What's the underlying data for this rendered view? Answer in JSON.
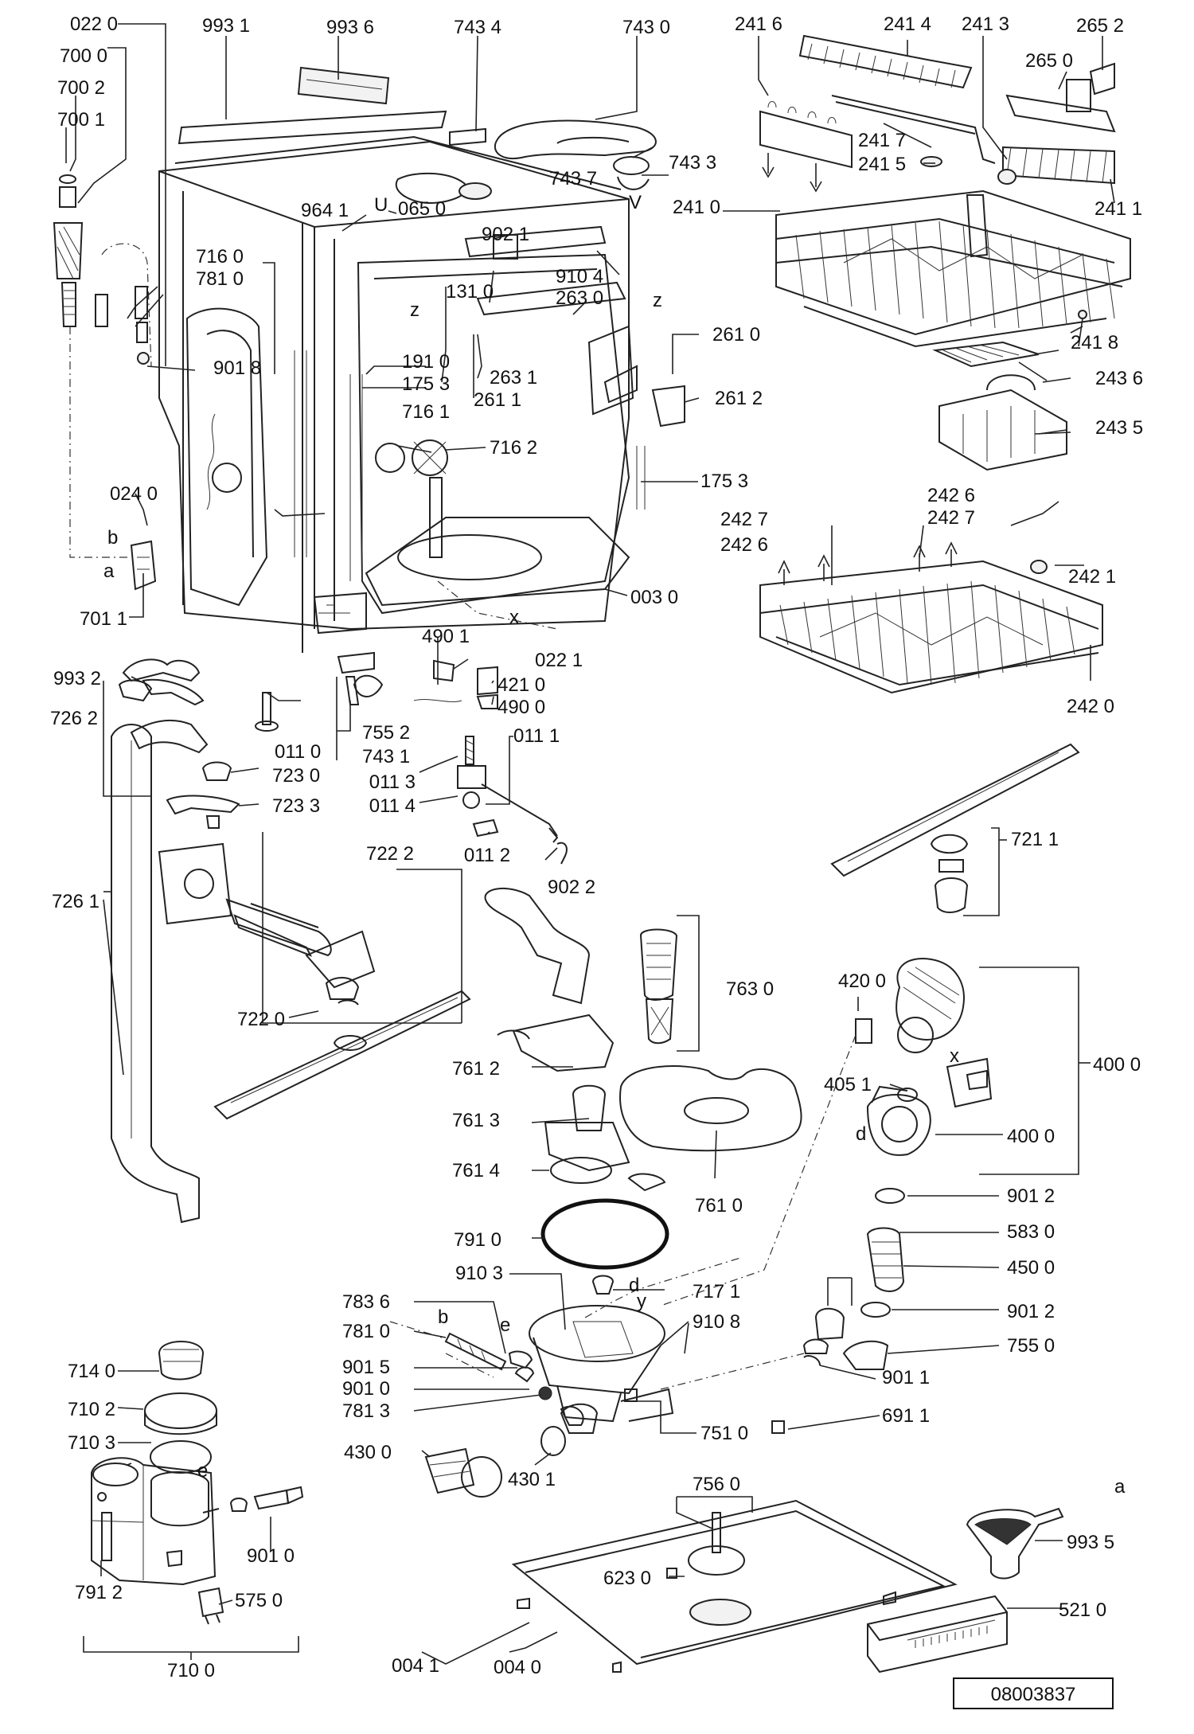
{
  "diagram_id": "08003837",
  "letters": {
    "z": "z",
    "x": "x",
    "a": "a",
    "b": "b",
    "d": "d",
    "e": "e",
    "y": "y",
    "u": "U",
    "v": "V"
  },
  "labels": [
    {
      "id": "p0220",
      "text": "022 0",
      "anchor": "end"
    },
    {
      "id": "p7000",
      "text": "700 0",
      "anchor": "end"
    },
    {
      "id": "p7002",
      "text": "700 2",
      "anchor": "end"
    },
    {
      "id": "p7001",
      "text": "700 1",
      "anchor": "end"
    },
    {
      "id": "p9931",
      "text": "993 1",
      "anchor": "middle"
    },
    {
      "id": "p9936",
      "text": "993 6",
      "anchor": "middle"
    },
    {
      "id": "p7434",
      "text": "743 4",
      "anchor": "middle"
    },
    {
      "id": "p7430",
      "text": "743 0",
      "anchor": "middle"
    },
    {
      "id": "p7437",
      "text": "743 7",
      "anchor": "start"
    },
    {
      "id": "p7433",
      "text": "743 3",
      "anchor": "start"
    },
    {
      "id": "p2416",
      "text": "241 6",
      "anchor": "middle"
    },
    {
      "id": "p2414",
      "text": "241 4",
      "anchor": "middle"
    },
    {
      "id": "p2413",
      "text": "241 3",
      "anchor": "middle"
    },
    {
      "id": "p2652",
      "text": "265 2",
      "anchor": "middle"
    },
    {
      "id": "p2650",
      "text": "265 0",
      "anchor": "middle"
    },
    {
      "id": "p2417",
      "text": "241 7",
      "anchor": "start"
    },
    {
      "id": "p2415",
      "text": "241 5",
      "anchor": "start"
    },
    {
      "id": "p2411",
      "text": "241 1",
      "anchor": "start"
    },
    {
      "id": "p2410",
      "text": "241 0",
      "anchor": "end"
    },
    {
      "id": "p9641",
      "text": "964 1",
      "anchor": "start"
    },
    {
      "id": "p0650",
      "text": "065 0",
      "anchor": "start"
    },
    {
      "id": "p9021",
      "text": "902 1",
      "anchor": "start"
    },
    {
      "id": "p9104",
      "text": "910 4",
      "anchor": "start"
    },
    {
      "id": "p2630",
      "text": "263 0",
      "anchor": "start"
    },
    {
      "id": "p1310",
      "text": "131 0",
      "anchor": "start"
    },
    {
      "id": "p7160",
      "text": "716 0",
      "anchor": "end"
    },
    {
      "id": "p7810a",
      "text": "781 0",
      "anchor": "end"
    },
    {
      "id": "p9018",
      "text": "901 8",
      "anchor": "start"
    },
    {
      "id": "p2610",
      "text": "261 0",
      "anchor": "start"
    },
    {
      "id": "p1910",
      "text": "191 0",
      "anchor": "start"
    },
    {
      "id": "p1753a",
      "text": "175 3",
      "anchor": "start"
    },
    {
      "id": "p2631",
      "text": "263 1",
      "anchor": "start"
    },
    {
      "id": "p2611",
      "text": "261 1",
      "anchor": "start"
    },
    {
      "id": "p2612",
      "text": "261 2",
      "anchor": "start"
    },
    {
      "id": "p7161",
      "text": "716 1",
      "anchor": "start"
    },
    {
      "id": "p7162",
      "text": "716 2",
      "anchor": "start"
    },
    {
      "id": "p1753b",
      "text": "175 3",
      "anchor": "start"
    },
    {
      "id": "p2418",
      "text": "241 8",
      "anchor": "start"
    },
    {
      "id": "p2436",
      "text": "243 6",
      "anchor": "start"
    },
    {
      "id": "p2435",
      "text": "243 5",
      "anchor": "start"
    },
    {
      "id": "p0240",
      "text": "024 0",
      "anchor": "end"
    },
    {
      "id": "p7011",
      "text": "701 1",
      "anchor": "end"
    },
    {
      "id": "p0030",
      "text": "003 0",
      "anchor": "start"
    },
    {
      "id": "p2426a",
      "text": "242 6",
      "anchor": "middle"
    },
    {
      "id": "p2427a",
      "text": "242 7",
      "anchor": "middle"
    },
    {
      "id": "p2427b",
      "text": "242 7",
      "anchor": "middle"
    },
    {
      "id": "p2426b",
      "text": "242 6",
      "anchor": "middle"
    },
    {
      "id": "p2421",
      "text": "242 1",
      "anchor": "start"
    },
    {
      "id": "p2420",
      "text": "242 0",
      "anchor": "middle"
    },
    {
      "id": "p9932",
      "text": "993 2",
      "anchor": "end"
    },
    {
      "id": "p4901",
      "text": "490 1",
      "anchor": "middle"
    },
    {
      "id": "p0221",
      "text": "022 1",
      "anchor": "start"
    },
    {
      "id": "p4210",
      "text": "421 0",
      "anchor": "start"
    },
    {
      "id": "p4900",
      "text": "490 0",
      "anchor": "start"
    },
    {
      "id": "p7262",
      "text": "726 2",
      "anchor": "end"
    },
    {
      "id": "p0110",
      "text": "011 0",
      "anchor": "start"
    },
    {
      "id": "p7552",
      "text": "755 2",
      "anchor": "start"
    },
    {
      "id": "p7431",
      "text": "743 1",
      "anchor": "start"
    },
    {
      "id": "p0111",
      "text": "011 1",
      "anchor": "start"
    },
    {
      "id": "p0113",
      "text": "011 3",
      "anchor": "end"
    },
    {
      "id": "p0114",
      "text": "011 4",
      "anchor": "end"
    },
    {
      "id": "p0112",
      "text": "011 2",
      "anchor": "middle"
    },
    {
      "id": "p9022",
      "text": "902 2",
      "anchor": "start"
    },
    {
      "id": "p7230",
      "text": "723 0",
      "anchor": "start"
    },
    {
      "id": "p7233",
      "text": "723 3",
      "anchor": "start"
    },
    {
      "id": "p7222",
      "text": "722 2",
      "anchor": "middle"
    },
    {
      "id": "p7261",
      "text": "726 1",
      "anchor": "end"
    },
    {
      "id": "p7220",
      "text": "722 0",
      "anchor": "end"
    },
    {
      "id": "p7211",
      "text": "721 1",
      "anchor": "start"
    },
    {
      "id": "p7630",
      "text": "763 0",
      "anchor": "start"
    },
    {
      "id": "p4200",
      "text": "420 0",
      "anchor": "middle"
    },
    {
      "id": "p4000a",
      "text": "400 0",
      "anchor": "start"
    },
    {
      "id": "p7612",
      "text": "761 2",
      "anchor": "end"
    },
    {
      "id": "p4051",
      "text": "405 1",
      "anchor": "end"
    },
    {
      "id": "p4000b",
      "text": "400 0",
      "anchor": "start"
    },
    {
      "id": "p7613",
      "text": "761 3",
      "anchor": "end"
    },
    {
      "id": "p7614",
      "text": "761 4",
      "anchor": "end"
    },
    {
      "id": "p7610",
      "text": "761 0",
      "anchor": "middle"
    },
    {
      "id": "p9012a",
      "text": "901 2",
      "anchor": "start"
    },
    {
      "id": "p7910",
      "text": "791 0",
      "anchor": "end"
    },
    {
      "id": "p5830",
      "text": "583 0",
      "anchor": "start"
    },
    {
      "id": "p4500",
      "text": "450 0",
      "anchor": "start"
    },
    {
      "id": "p9103",
      "text": "910 3",
      "anchor": "end"
    },
    {
      "id": "p7171",
      "text": "717 1",
      "anchor": "start"
    },
    {
      "id": "p7836",
      "text": "783 6",
      "anchor": "end"
    },
    {
      "id": "p9108",
      "text": "910 8",
      "anchor": "start"
    },
    {
      "id": "p9012b",
      "text": "901 2",
      "anchor": "start"
    },
    {
      "id": "p7810b",
      "text": "781 0",
      "anchor": "end"
    },
    {
      "id": "p7550",
      "text": "755 0",
      "anchor": "start"
    },
    {
      "id": "p7140",
      "text": "714 0",
      "anchor": "end"
    },
    {
      "id": "p9015",
      "text": "901 5",
      "anchor": "end"
    },
    {
      "id": "p9011",
      "text": "901 1",
      "anchor": "start"
    },
    {
      "id": "p9010a",
      "text": "901 0",
      "anchor": "end"
    },
    {
      "id": "p7102",
      "text": "710 2",
      "anchor": "end"
    },
    {
      "id": "p7813",
      "text": "781 3",
      "anchor": "end"
    },
    {
      "id": "p7510",
      "text": "751 0",
      "anchor": "start"
    },
    {
      "id": "p6911",
      "text": "691 1",
      "anchor": "start"
    },
    {
      "id": "p7103",
      "text": "710 3",
      "anchor": "end"
    },
    {
      "id": "p4300",
      "text": "430 0",
      "anchor": "end"
    },
    {
      "id": "p4301",
      "text": "430 1",
      "anchor": "middle"
    },
    {
      "id": "p7560",
      "text": "756 0",
      "anchor": "middle"
    },
    {
      "id": "p9935",
      "text": "993 5",
      "anchor": "start"
    },
    {
      "id": "p6230",
      "text": "623 0",
      "anchor": "end"
    },
    {
      "id": "p9010b",
      "text": "901 0",
      "anchor": "middle"
    },
    {
      "id": "p7912",
      "text": "791 2",
      "anchor": "middle"
    },
    {
      "id": "p5750",
      "text": "575 0",
      "anchor": "start"
    },
    {
      "id": "p5210",
      "text": "521 0",
      "anchor": "start"
    },
    {
      "id": "p0041",
      "text": "004 1",
      "anchor": "middle"
    },
    {
      "id": "p0040",
      "text": "004 0",
      "anchor": "middle"
    },
    {
      "id": "p7100",
      "text": "710 0",
      "anchor": "middle"
    }
  ]
}
